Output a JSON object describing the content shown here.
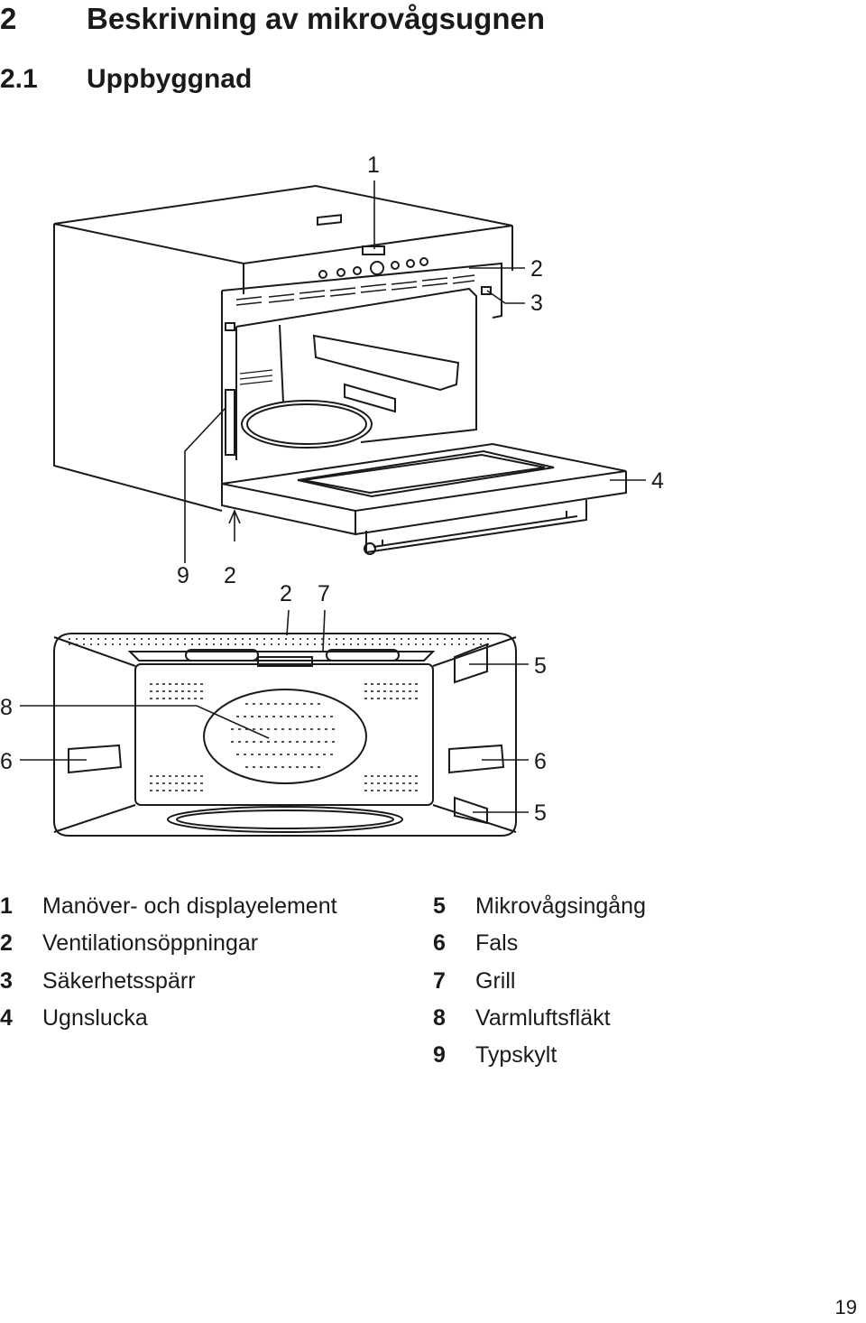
{
  "heading": {
    "number": "2",
    "title": "Beskrivning av mikrovågsugnen"
  },
  "subheading": {
    "number": "2.1",
    "title": "Uppbyggnad"
  },
  "figure": {
    "callouts_top": [
      "1",
      "2",
      "3",
      "4",
      "9",
      "2"
    ],
    "callouts_bottom": [
      "2",
      "7",
      "5",
      "8",
      "6",
      "6",
      "5"
    ]
  },
  "legend": {
    "left": [
      {
        "num": "1",
        "text": "Manöver- och displayelement"
      },
      {
        "num": "2",
        "text": "Ventilationsöppningar"
      },
      {
        "num": "3",
        "text": "Säkerhetsspärr"
      },
      {
        "num": "4",
        "text": "Ugnslucka"
      }
    ],
    "right": [
      {
        "num": "5",
        "text": "Mikrovågsingång"
      },
      {
        "num": "6",
        "text": "Fals"
      },
      {
        "num": "7",
        "text": "Grill"
      },
      {
        "num": "8",
        "text": "Varmluftsfläkt"
      },
      {
        "num": "9",
        "text": "Typskylt"
      }
    ]
  },
  "page_number": "19"
}
